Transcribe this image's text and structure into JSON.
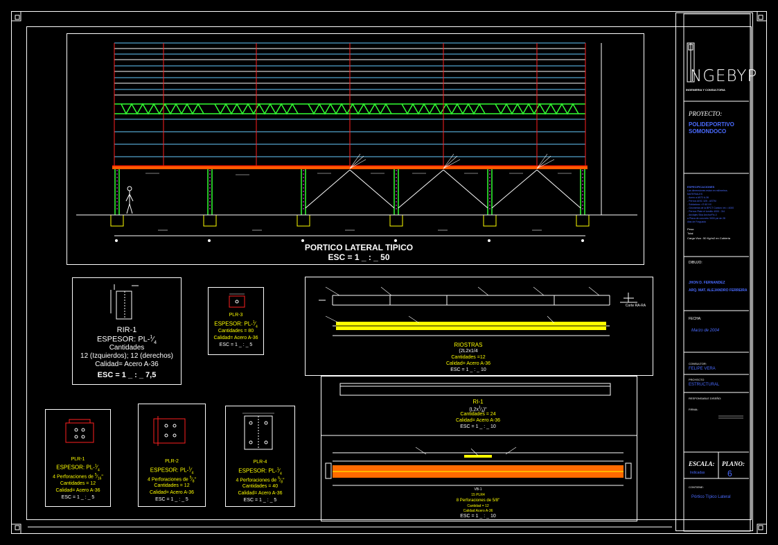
{
  "colors": {
    "background": "#000000",
    "frame": "#ffffff",
    "yellow": "#ffff00",
    "red": "#ff0000",
    "green": "#33ff33",
    "cyan": "#66ccff",
    "blue": "#4a6bff",
    "orange": "#ff8000"
  },
  "portico": {
    "title": "PORTICO LATERAL TIPICO",
    "scale": "ESC = 1 _ : _ 50"
  },
  "details": {
    "rir1": {
      "name": "RIR-1",
      "thickness": "ESPESOR: PL-",
      "frac": "1",
      "frac_den": "4",
      "qty_label": "Cantidades",
      "qty": "12 (Izquierdos); 12 (derechos)",
      "quality": "Calidad= Acero A-36",
      "scale": "ESC = 1 _ : _ 7,5"
    },
    "plr3": {
      "name": "PLR-3",
      "thickness": "ESPESOR: PL-",
      "frac": "1",
      "frac_den": "4",
      "qty": "Cantidades = 80",
      "quality": "Calidad= Acero A-36",
      "scale": "ESC = 1 _ : _ 5"
    },
    "riostras": {
      "name": "RIOSTRAS",
      "size": "(2L2x1/4",
      "qty": "Cantidades =12",
      "quality": "Calidad= Acero A-36",
      "scale": "ESC = 1 _ : _ 10",
      "section": "Corte RA-RA"
    },
    "ri1": {
      "name": "RI-1",
      "size": "(L2x",
      "frac": "1",
      "frac_den": "4",
      "size_end": ")\"",
      "qty": "Cantidades = 24",
      "quality": "Calidad= Acero A-36",
      "scale": "ESC = 1 _ : _ 10"
    },
    "vb1": {
      "name": "VB-1",
      "sub": "15 PLR4",
      "perf": "8 Perforaciones de 5/8\"",
      "qty": "Cantidad = 12",
      "quality": "Calidad Acero A-36",
      "scale": "ESC = 1 _ : _ 10"
    },
    "plr1": {
      "name": "PLR-1",
      "thickness": "ESPESOR: PL-",
      "frac": "1",
      "frac_den": "4",
      "perf": "4 Perforaciones de",
      "perf_frac": "5",
      "perf_den": "16",
      "qty": "Cantidades = 12",
      "quality": "Calidad= Acero A-36",
      "scale": "ESC = 1 _ : _ 5"
    },
    "plr2": {
      "name": "PLR-2",
      "thickness": "ESPESOR: PL-",
      "frac": "1",
      "frac_den": "4",
      "perf": "4 Perforaciones de",
      "perf_frac": "5",
      "perf_den": "8",
      "qty": "Cantidades = 12",
      "quality": "Calidad= Acero A-36",
      "scale": "ESC = 1 _ : _ 5"
    },
    "plr4": {
      "name": "PLR-4",
      "thickness": "ESPESOR: PL-",
      "frac": "1",
      "frac_den": "4",
      "perf": "4 Perforaciones de",
      "perf_frac": "5",
      "perf_den": "8",
      "qty": "Cantidades = 40",
      "quality": "Calidad= Acero A-36",
      "scale": "ESC = 1 _ : _ 5"
    }
  },
  "title_block": {
    "logo": "NGEBYP",
    "logo_sub": "INGENIERIA Y CONSULTORIA",
    "project_label": "PROYECTO:",
    "project_name": "POLIDEPORTIVO SOMONDOCO",
    "specs_title": "ESPECIFICACIONES",
    "specs_lines": [
      "Las dimensiones estan en milimetros.",
      "MATERIALES",
      "- Acero a A572 A-36",
      "- Pernos AISC 325 - ASTM",
      "- Soldadura = E 60 XX",
      "- Geometria de la BPCT Canton: Int = 4000",
      "- Pernos Plate el tornillo 4000 - 3/4",
      "- Anclajes Sika AnchorFix-3",
      "a Placa de concreto 3000 psi de 28",
      "dias de Fraguado"
    ],
    "peso_label": "Peso:",
    "peso_value": "Total",
    "carga": "Carga Viva : 50 Kg/m2  en Cubierta",
    "drawn_label": "DIBUJO:",
    "drawn_1": "JHON D. FERNANDEZ",
    "drawn_2": "ARQ. MAT. ALEJANDRO FERREIRA",
    "date_label": "FECHA:",
    "date_value": "Marzo de 2004",
    "consultant_label": "CONSULTOR:",
    "consultant_value": "FELIPE VERA",
    "type_label": "PROYECTO",
    "type_value": "ESTRUCTURAL",
    "responsible_label": "RESPONSABLE   DISEÑO:",
    "firma_label": "FIRMA:",
    "scale_label": "ESCALA:",
    "scale_value": "Indicadas",
    "sheet_label": "PLANO:",
    "sheet_value": "6",
    "content_label": "CONTIENE:",
    "content_value": "Pórtico Típico Lateral"
  }
}
